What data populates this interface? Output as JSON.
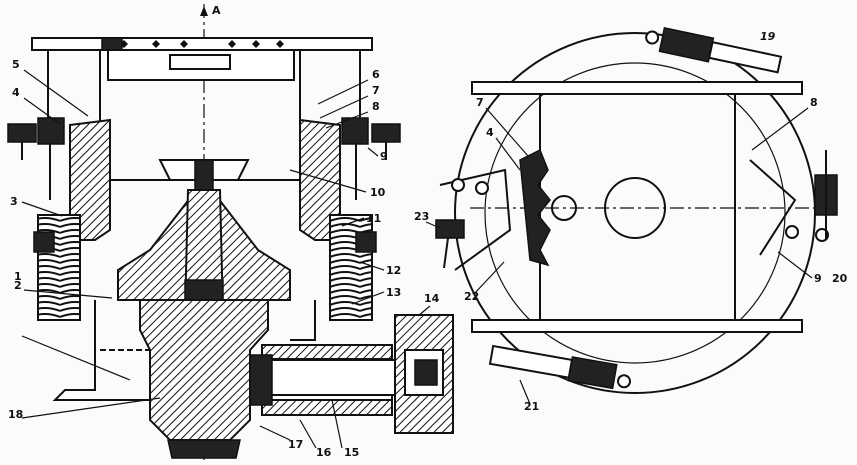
{
  "section_marker": "A",
  "labels_left": {
    "l1": "1",
    "l2": "2",
    "l3": "3",
    "l4": "4",
    "l5": "5",
    "l6": "6",
    "l7": "7",
    "l8": "8",
    "l9": "9",
    "l10": "10",
    "l11": "11",
    "l12": "12",
    "l13": "13",
    "l14": "14",
    "l15": "15",
    "l16": "16",
    "l17": "17",
    "l18": "18"
  },
  "labels_right": {
    "r4": "4",
    "r7": "7",
    "r8": "8",
    "r9": "9",
    "r19": "19",
    "r20": "20",
    "r21": "21",
    "r22": "22",
    "r23": "23"
  }
}
